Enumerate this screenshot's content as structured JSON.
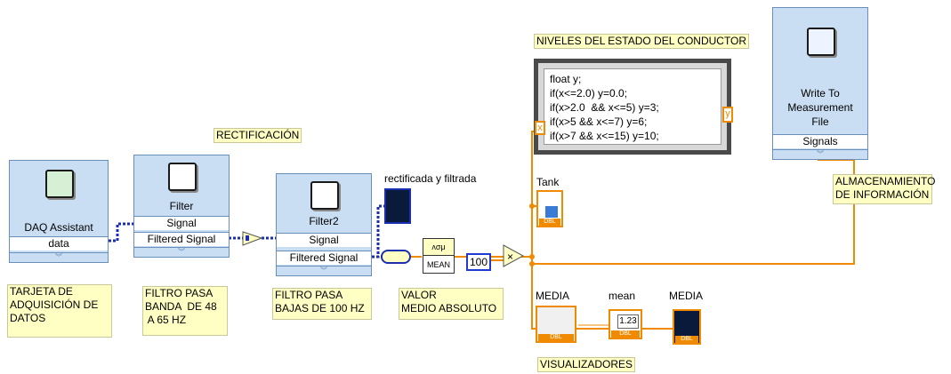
{
  "labels": {
    "tarjeta": "TARJETA DE\nADQUISICIÓN DE\nDATOS",
    "filtro_banda": "FILTRO PASA\nBANDA  DE 48\n A 65 HZ",
    "filtro_bajas": "FILTRO PASA\nBAJAS DE 100 HZ",
    "valor_medio": "VALOR\nMEDIO ABSOLUTO",
    "rectificacion": "RECTIFICACIÓN",
    "niveles": "NIVELES DEL ESTADO DEL CONDUCTOR",
    "almacenamiento": "ALMACENAMIENTO\nDE INFORMACIÓN",
    "visualizadores": "VISUALIZADORES"
  },
  "blocks": {
    "daq": {
      "name": "DAQ Assistant",
      "terminal": "data"
    },
    "filter": {
      "name": "Filter",
      "terminal_1": "Signal",
      "terminal_2": "Filtered Signal"
    },
    "filter2": {
      "name": "Filter2",
      "terminal_1": "Signal",
      "terminal_2": "Filtered Signal"
    },
    "write": {
      "name": "Write To\nMeasurement\nFile",
      "terminal": "Signals"
    }
  },
  "formula_node": {
    "code": "float y;\nif(x<=2.0) y=0.0;\nif(x>2.0  && x<=5) y=3;\nif(x>5 && x<=7) y=6;\nif(x>7 && x<=15) y=10;",
    "input": "x",
    "output": "y"
  },
  "indicators": {
    "graph_caption": "rectificada y filtrada",
    "tank_caption": "Tank",
    "media_caption_1": "MEDIA",
    "mean_caption": "mean",
    "media_caption_2": "MEDIA",
    "mean_value": "1.23",
    "dbl_tag": "DBL"
  },
  "functions": {
    "mean_label": "MEAN",
    "mean_symbol": "ʌσμ",
    "constant": "100",
    "multiply": "×"
  },
  "colors": {
    "dynamic_wire": "#1a2fb0",
    "numeric_wire": "#f08a00",
    "express_block": "#c9def2",
    "label_bg": "#ffffc4"
  }
}
